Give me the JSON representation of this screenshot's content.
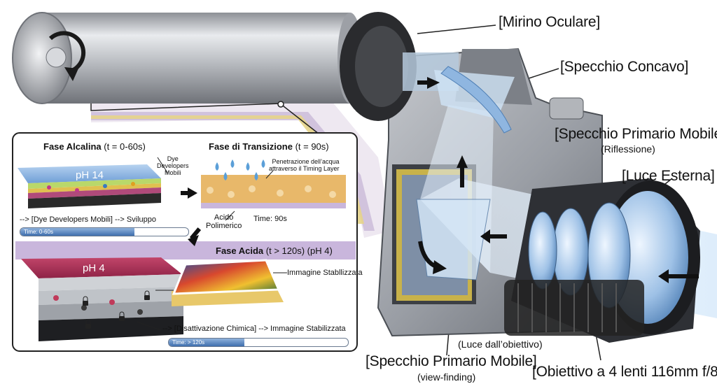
{
  "labels": {
    "eyepiece": "[Mirino Oculare]",
    "concave_mirror": "[Specchio Concavo]",
    "primary_mirror_top": "[Specchio Primario Mobile]",
    "reflection": "(Riflessione)",
    "external_light": "[Luce Esterna]",
    "lens_light": "(Luce dall’obiettivo)",
    "primary_mirror_bottom": "[Specchio Primario Mobile]",
    "view_finding": "(view-finding)",
    "objective": "[Obiettivo a 4 lenti 116mm f/8 ]"
  },
  "inset": {
    "alkaline_title": "Fase Alcalina",
    "alkaline_time": "(t = 0-60s)",
    "ph14": "pH 14",
    "dye_developers": "Dye\nDevelopers\nMobili",
    "transition_title": "Fase di Transizione",
    "transition_time": "(t = 90s)",
    "water_penetration": "Penetrazione dell’acqua\nattraverso il Timing Layer",
    "acid_polymer": "Acido\nPolimerico",
    "time_90": "Time: 90s",
    "development_flow": "--> [Dye Developers Mobili] --> Sviluppo",
    "bar1_text": "Time: 0-60s",
    "acid_title": "Fase Acida",
    "acid_time": "(t > 120s) (pH 4)",
    "ph4": "pH 4",
    "stabilized_image": "Immagine Stabllizzata",
    "deactivation_flow": "--> [Disattivazione Chimica] --> Immagine Stabilizzata",
    "bar2_text": "Time: > 120s"
  },
  "progress": {
    "bar1_fraction": 0.68,
    "bar2_fraction": 0.42
  },
  "colors": {
    "inset_border": "#222222",
    "progress_fill": "#3f6fae",
    "acid_band": "#c9b6dc",
    "camera_body": "#a7abb1",
    "lens_glass": "#9ec1e6"
  },
  "icons": [
    "rotation-arrow-icon",
    "lock-icon",
    "arrow-icon"
  ]
}
